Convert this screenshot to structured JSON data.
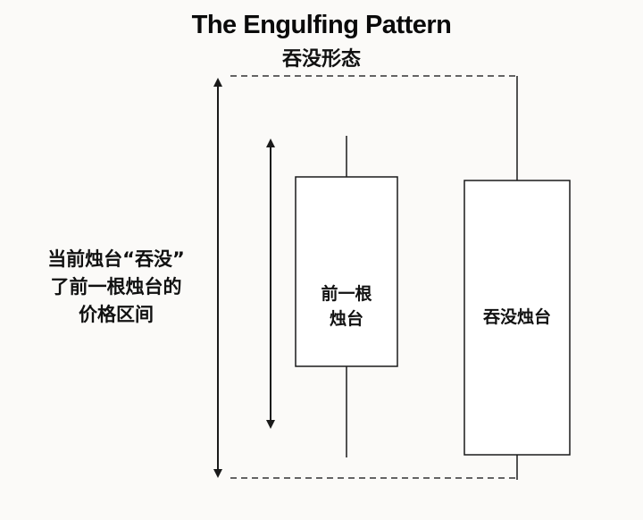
{
  "title": "The Engulfing Pattern",
  "subtitle": "吞没形态",
  "range_label": {
    "lines": [
      "当前烛台“吞没”",
      "了前一根烛台的",
      "价格区间"
    ]
  },
  "previous_candle": {
    "label_lines": [
      "前一根",
      "烛台"
    ]
  },
  "engulfing_candle": {
    "label_lines": [
      "吞没烛台"
    ]
  },
  "colors": {
    "background": "#fbfaf8",
    "stroke": "#1a1a1a",
    "text": "#111111"
  }
}
